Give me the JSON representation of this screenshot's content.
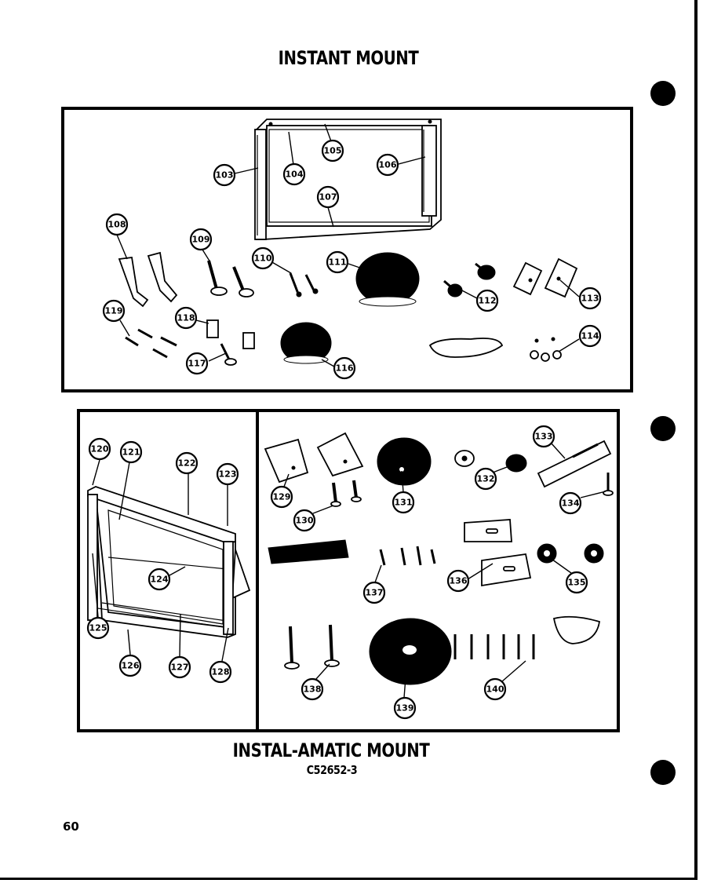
{
  "title": "INSTANT MOUNT",
  "subtitle": "INSTAL-AMATIC MOUNT",
  "model": "C52652-3",
  "page_number": "60",
  "callouts": {
    "p103": "103",
    "p104": "104",
    "p105": "105",
    "p106": "106",
    "p107": "107",
    "p108": "108",
    "p109": "109",
    "p110": "110",
    "p111": "111",
    "p112": "112",
    "p113": "113",
    "p114": "114",
    "p116": "116",
    "p117": "117",
    "p118": "118",
    "p119": "119",
    "p120": "120",
    "p121": "121",
    "p122": "122",
    "p123": "123",
    "p124": "124",
    "p125": "125",
    "p126": "126",
    "p127": "127",
    "p128": "128",
    "p129": "129",
    "p130": "130",
    "p131": "131",
    "p132": "132",
    "p133": "133",
    "p134": "134",
    "p135": "135",
    "p136": "136",
    "p137": "137",
    "p138": "138",
    "p139": "139",
    "p140": "140"
  }
}
